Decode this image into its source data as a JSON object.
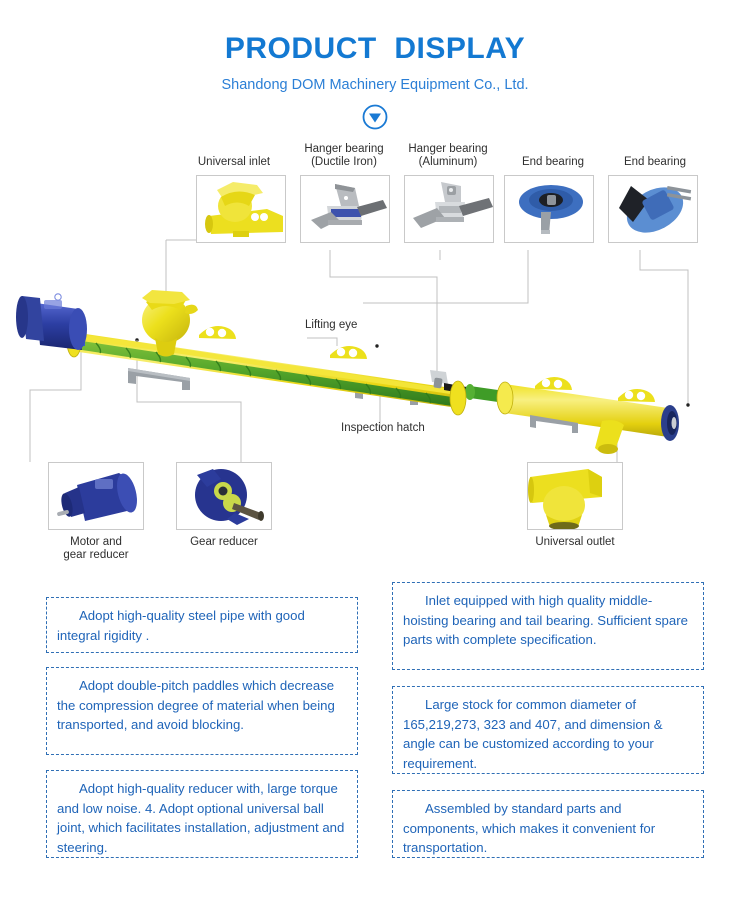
{
  "header": {
    "title": "PRODUCT  DISPLAY",
    "subtitle": "Shandong DOM Machinery Equipment Co., Ltd.",
    "divider_icon": "chevron-down-circle-icon",
    "title_color": "#1379d2",
    "subtitle_color": "#2b7fd6"
  },
  "diagram": {
    "alt": "Screw conveyor exploded component diagram",
    "top_parts": [
      {
        "id": "universal-inlet",
        "label": "Universal inlet",
        "thumb": "yellow-inlet-hopper"
      },
      {
        "id": "hanger-bearing-ductile-iron",
        "label": "Hanger bearing\n(Ductile Iron)",
        "thumb": "steel-hanger-bearing"
      },
      {
        "id": "hanger-bearing-aluminum",
        "label": "Hanger bearing\n(Aluminum)",
        "thumb": "aluminum-hanger-bearing"
      },
      {
        "id": "end-bearing-1",
        "label": "End bearing",
        "thumb": "blue-end-bearing-disc"
      },
      {
        "id": "end-bearing-2",
        "label": "End bearing",
        "thumb": "blue-end-bearing-flange"
      }
    ],
    "bottom_parts": [
      {
        "id": "motor-and-gear-reducer",
        "label": "Motor and\ngear reducer",
        "thumb": "blue-motor-gearbox"
      },
      {
        "id": "gear-reducer",
        "label": "Gear reducer",
        "thumb": "blue-gear-reducer"
      },
      {
        "id": "universal-outlet",
        "label": "Universal outlet",
        "thumb": "yellow-outlet-elbow"
      }
    ],
    "inline_labels": [
      {
        "id": "lifting-eye",
        "label": "Lifting eye"
      },
      {
        "id": "inspection-hatch",
        "label": "Inspection hatch"
      }
    ],
    "colors": {
      "tube": "#f2e426",
      "tube_shadow": "#c9bb12",
      "screw": "#4aa82e",
      "screw_light": "#8cc63f",
      "motor": "#2d3fa0",
      "motor_light": "#4b5fc9",
      "bearing_blue": "#2b3f8c",
      "support_gray": "#9aa0a6",
      "leader_line": "#bdbdbd",
      "frame_border": "#c9c9c9"
    }
  },
  "features": {
    "left": [
      "Adopt  high-quality steel pipe with good integral rigidity .",
      "Adopt double-pitch paddles which decrease the compression  degree of material when being transported, and avoid blocking.",
      "Adopt high-quality reducer with, large torque  and low noise. 4. Adopt optional universal ball joint, which facilitates installation, adjustment and steering."
    ],
    "right": [
      "Inlet equipped with high quality middle-hoisting bearing and tail bearing.   Sufficient spare parts with complete specification.",
      "Large stock for common diameter of 165,219,273,  323  and  407,  and dimension & angle can be customized according to your requirement.",
      "Assembled by standard parts and components, which makes it convenient for transportation."
    ],
    "border_color": "#2f6fb5",
    "text_color": "#1f64b8"
  }
}
